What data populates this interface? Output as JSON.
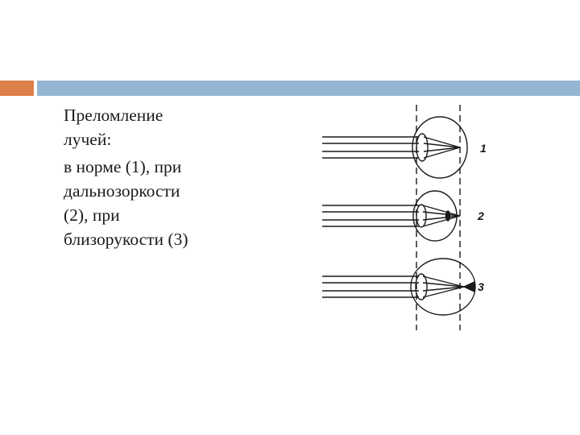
{
  "slide": {
    "title_lines": [
      "Преломление",
      "лучей:"
    ],
    "body_lines": [
      "в норме (1), при",
      "дальнозоркости",
      "(2),  при",
      "близорукости (3)"
    ]
  },
  "diagram": {
    "eye_labels": [
      "1",
      "2",
      "3"
    ]
  },
  "colors": {
    "accent_orange": "#dd8047",
    "accent_blue": "#94b6d2",
    "ink": "#1a1a1a"
  }
}
